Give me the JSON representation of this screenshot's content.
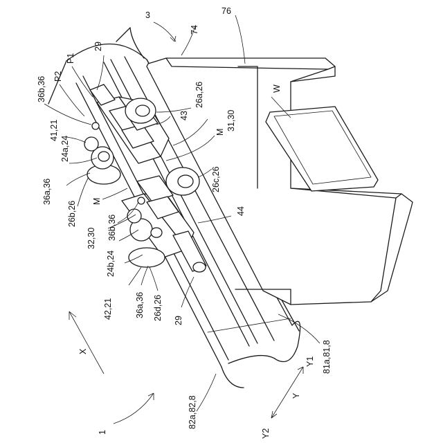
{
  "labels": {
    "fig_ref": "3",
    "overall": "1",
    "frame_top": "74",
    "housing": "76",
    "shaft_top": "29",
    "shaft_bottom": "29",
    "p1": "P1",
    "p2": "P2",
    "l36b_top": "36b,36",
    "l41": "41,21",
    "l24a": "24a,24",
    "l36a_top": "36a,36",
    "l26b": "26b,26",
    "m_left": "M",
    "l32": "32,30",
    "l36b_mid": "36b,36",
    "l24b": "24b,24",
    "l42": "42,21",
    "l36a_bottom": "36a,36",
    "l26d": "26d,26",
    "l26a": "26a,26",
    "l43": "43",
    "l31": "31,30",
    "m_right": "M",
    "l26c": "26c,26",
    "l44": "44",
    "w": "W",
    "l81": "81a,81,8",
    "l82": "82a,82,8",
    "axis_x": "X",
    "axis_y": "Y",
    "axis_y1": "Y1",
    "axis_y2": "Y2"
  }
}
